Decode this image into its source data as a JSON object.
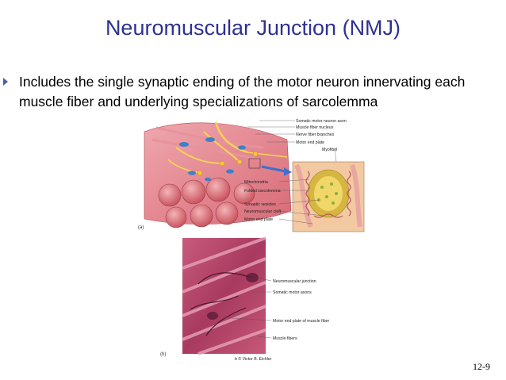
{
  "slide": {
    "title": "Neuromuscular Junction (NMJ)",
    "bullet": "Includes the single synaptic ending of the motor neuron innervating each muscle fiber and underlying specializations of sarcolemma",
    "page_number": "12-9"
  },
  "figure_a": {
    "panel_label": "(a)",
    "labels": {
      "somatic_motor_neuron_axon": "Somatic motor neuron axon",
      "muscle_fiber_nucleus": "Muscle fiber nucleus",
      "nerve_fiber_branches": "Nerve fiber branches",
      "motor_end_plate_top": "Motor end plate",
      "myofibril": "Myofibril",
      "mitochondria": "Mitochondria",
      "folded_sarcolemma": "Folded sarcolemma",
      "synaptic_vesicles": "Synaptic vesicles",
      "neuromuscular_cleft": "Neuromuscular cleft",
      "motor_end_plate_bottom": "Motor end plate"
    }
  },
  "figure_b": {
    "panel_label": "(b)",
    "labels": {
      "neuromuscular_junction": "Neuromuscular junction",
      "somatic_motor_axons": "Somatic motor axons",
      "motor_end_plate_of_muscle_fiber": "Motor end plate of muscle fiber",
      "muscle_fibers": "Muscle fibers"
    },
    "credit": "b © Victor B. Eichler"
  },
  "colors": {
    "title": "#2e3192",
    "bullet": "#4d5fa8",
    "muscle": "#d9717a",
    "micrograph": "#b2466a"
  }
}
